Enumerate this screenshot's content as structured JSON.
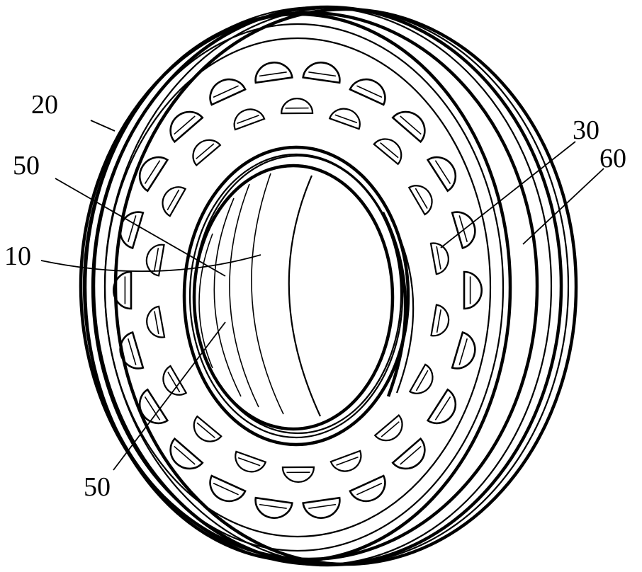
{
  "figure": {
    "subject": "non-pneumatic tire perspective drawing",
    "reference_labels": {
      "label_20": "20",
      "label_50_upper": "50",
      "label_10": "10",
      "label_30": "30",
      "label_60": "60",
      "label_50_lower": "50"
    },
    "line_color": "#000000",
    "background_color": "#ffffff"
  }
}
